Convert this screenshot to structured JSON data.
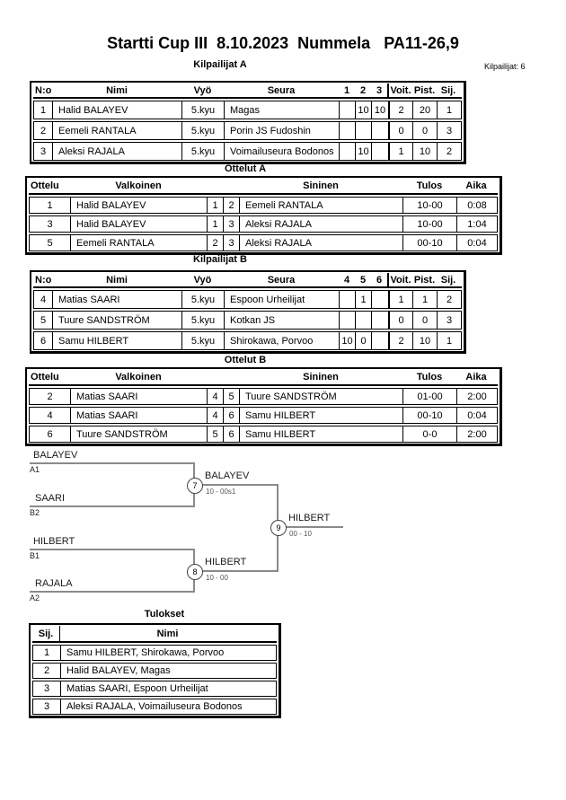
{
  "page": {
    "title": "Startti Cup III  8.10.2023  Nummela   PA11-26,9",
    "competitors_count": "Kilpailijat: 6"
  },
  "kilpailijat_a": {
    "title": "Kilpailijat A",
    "headers": {
      "no": "N:o",
      "nimi": "Nimi",
      "vyo": "Vyö",
      "seura": "Seura",
      "c1": "1",
      "c2": "2",
      "c3": "3",
      "voit": "Voit.",
      "pist": "Pist.",
      "sij": "Sij."
    },
    "rows": [
      {
        "no": "1",
        "nimi": "Halid BALAYEV",
        "vyo": "5.kyu",
        "seura": "Magas",
        "c1": "",
        "c2": "10",
        "c3": "10",
        "voit": "2",
        "pist": "20",
        "sij": "1"
      },
      {
        "no": "2",
        "nimi": "Eemeli RANTALA",
        "vyo": "5.kyu",
        "seura": "Porin JS Fudoshin",
        "c1": "",
        "c2": "",
        "c3": "",
        "voit": "0",
        "pist": "0",
        "sij": "3"
      },
      {
        "no": "3",
        "nimi": "Aleksi RAJALA",
        "vyo": "5.kyu",
        "seura": "Voimailuseura Bodonos",
        "c1": "",
        "c2": "10",
        "c3": "",
        "voit": "1",
        "pist": "10",
        "sij": "2"
      }
    ]
  },
  "ottelut_a": {
    "title": "Ottelut A",
    "headers": {
      "ottelu": "Ottelu",
      "valkoinen": "Valkoinen",
      "sininen": "Sininen",
      "tulos": "Tulos",
      "aika": "Aika"
    },
    "rows": [
      {
        "ottelu": "1",
        "valkoinen": "Halid BALAYEV",
        "wn": "1",
        "bn": "2",
        "sininen": "Eemeli RANTALA",
        "tulos": "10-00",
        "aika": "0:08"
      },
      {
        "ottelu": "3",
        "valkoinen": "Halid BALAYEV",
        "wn": "1",
        "bn": "3",
        "sininen": "Aleksi RAJALA",
        "tulos": "10-00",
        "aika": "1:04"
      },
      {
        "ottelu": "5",
        "valkoinen": "Eemeli RANTALA",
        "wn": "2",
        "bn": "3",
        "sininen": "Aleksi RAJALA",
        "tulos": "00-10",
        "aika": "0:04"
      }
    ]
  },
  "kilpailijat_b": {
    "title": "Kilpailijat B",
    "headers": {
      "no": "N:o",
      "nimi": "Nimi",
      "vyo": "Vyö",
      "seura": "Seura",
      "c1": "4",
      "c2": "5",
      "c3": "6",
      "voit": "Voit.",
      "pist": "Pist.",
      "sij": "Sij."
    },
    "rows": [
      {
        "no": "4",
        "nimi": "Matias SAARI",
        "vyo": "5.kyu",
        "seura": "Espoon Urheilijat",
        "c1": "",
        "c2": "1",
        "c3": "",
        "voit": "1",
        "pist": "1",
        "sij": "2"
      },
      {
        "no": "5",
        "nimi": "Tuure SANDSTRÖM",
        "vyo": "5.kyu",
        "seura": "Kotkan JS",
        "c1": "",
        "c2": "",
        "c3": "",
        "voit": "0",
        "pist": "0",
        "sij": "3"
      },
      {
        "no": "6",
        "nimi": "Samu HILBERT",
        "vyo": "5.kyu",
        "seura": "Shirokawa, Porvoo",
        "c1": "10",
        "c2": "0",
        "c3": "",
        "voit": "2",
        "pist": "10",
        "sij": "1"
      }
    ]
  },
  "ottelut_b": {
    "title": "Ottelut B",
    "headers": {
      "ottelu": "Ottelu",
      "valkoinen": "Valkoinen",
      "sininen": "Sininen",
      "tulos": "Tulos",
      "aika": "Aika"
    },
    "rows": [
      {
        "ottelu": "2",
        "valkoinen": "Matias SAARI",
        "wn": "4",
        "bn": "5",
        "sininen": "Tuure SANDSTRÖM",
        "tulos": "01-00",
        "aika": "2:00"
      },
      {
        "ottelu": "4",
        "valkoinen": "Matias SAARI",
        "wn": "4",
        "bn": "6",
        "sininen": "Samu HILBERT",
        "tulos": "00-10",
        "aika": "0:04"
      },
      {
        "ottelu": "6",
        "valkoinen": "Tuure SANDSTRÖM",
        "wn": "5",
        "bn": "6",
        "sininen": "Samu HILBERT",
        "tulos": "0-0",
        "aika": "2:00"
      }
    ]
  },
  "bracket": {
    "entries": [
      {
        "name": "BALAYEV",
        "seed": "A1"
      },
      {
        "name": "SAARI",
        "seed": "B2"
      },
      {
        "name": "HILBERT",
        "seed": "B1"
      },
      {
        "name": "RAJALA",
        "seed": "A2"
      }
    ],
    "matches": [
      {
        "number": "7",
        "winner": "BALAYEV",
        "score": "10 - 00s1"
      },
      {
        "number": "8",
        "winner": "HILBERT",
        "score": "10 - 00"
      },
      {
        "number": "9",
        "winner": "HILBERT",
        "score": "00 - 10"
      }
    ]
  },
  "tulokset": {
    "title": "Tulokset",
    "headers": {
      "sij": "Sij.",
      "nimi": "Nimi"
    },
    "rows": [
      {
        "sij": "1",
        "nimi": "Samu HILBERT, Shirokawa, Porvoo"
      },
      {
        "sij": "2",
        "nimi": "Halid BALAYEV, Magas"
      },
      {
        "sij": "3",
        "nimi": "Matias SAARI, Espoon Urheilijat"
      },
      {
        "sij": "3",
        "nimi": "Aleksi RAJALA, Voimailuseura Bodonos"
      }
    ]
  }
}
